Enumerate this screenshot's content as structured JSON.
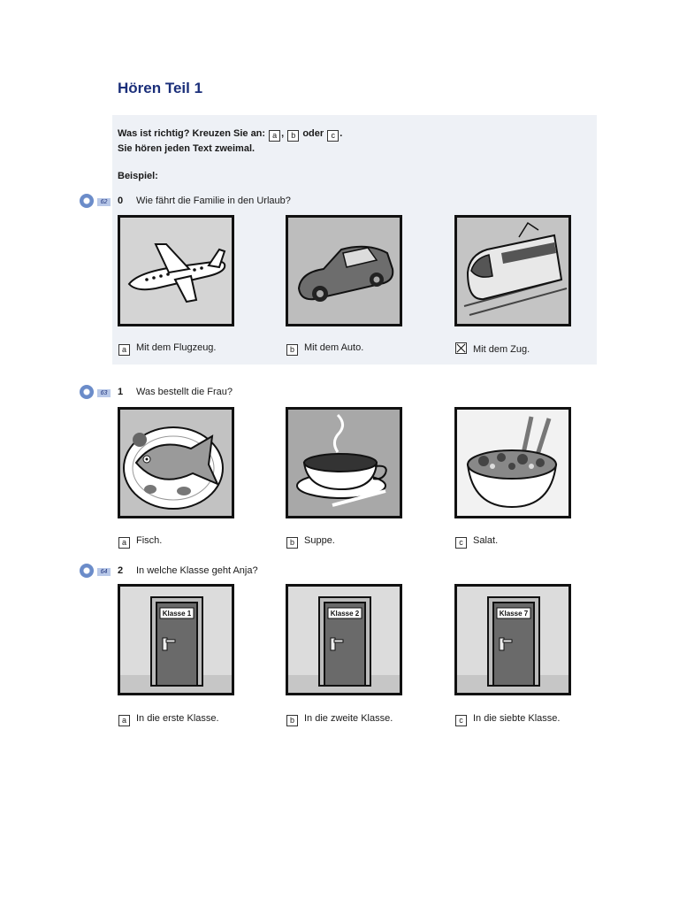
{
  "title": "Hören Teil 1",
  "instructions": {
    "line1": "Was ist richtig? Kreuzen Sie an:",
    "sep": ",",
    "or": "oder",
    "end": ".",
    "line2": "Sie hören jeden Text zweimal.",
    "example_label": "Beispiel:"
  },
  "letters": [
    "a",
    "b",
    "c"
  ],
  "questions": [
    {
      "track": "62",
      "number": "0",
      "text": "Wie fährt die Familie in den Urlaub?",
      "options": [
        {
          "letter": "a",
          "text": "Mit dem Flugzeug.",
          "checked": false,
          "icon": "airplane-icon"
        },
        {
          "letter": "b",
          "text": "Mit dem Auto.",
          "checked": false,
          "icon": "car-icon"
        },
        {
          "letter": "c",
          "text": "Mit dem Zug.",
          "checked": true,
          "icon": "train-icon"
        }
      ]
    },
    {
      "track": "63",
      "number": "1",
      "text": "Was bestellt die Frau?",
      "options": [
        {
          "letter": "a",
          "text": "Fisch.",
          "checked": false,
          "icon": "fish-plate-icon"
        },
        {
          "letter": "b",
          "text": "Suppe.",
          "checked": false,
          "icon": "soup-cup-icon"
        },
        {
          "letter": "c",
          "text": "Salat.",
          "checked": false,
          "icon": "salad-bowl-icon"
        }
      ]
    },
    {
      "track": "64",
      "number": "2",
      "text": "In welche Klasse geht Anja?",
      "options": [
        {
          "letter": "a",
          "text": "In die erste Klasse.",
          "checked": false,
          "icon": "door-icon",
          "sign": "Klasse 1"
        },
        {
          "letter": "b",
          "text": "In die zweite Klasse.",
          "checked": false,
          "icon": "door-icon",
          "sign": "Klasse 2"
        },
        {
          "letter": "c",
          "text": "In die siebte Klasse.",
          "checked": false,
          "icon": "door-icon",
          "sign": "Klasse 7"
        }
      ]
    }
  ],
  "colors": {
    "title": "#1b2f7a",
    "example_bg": "#eef1f6",
    "cd": "#6b8cc9"
  }
}
